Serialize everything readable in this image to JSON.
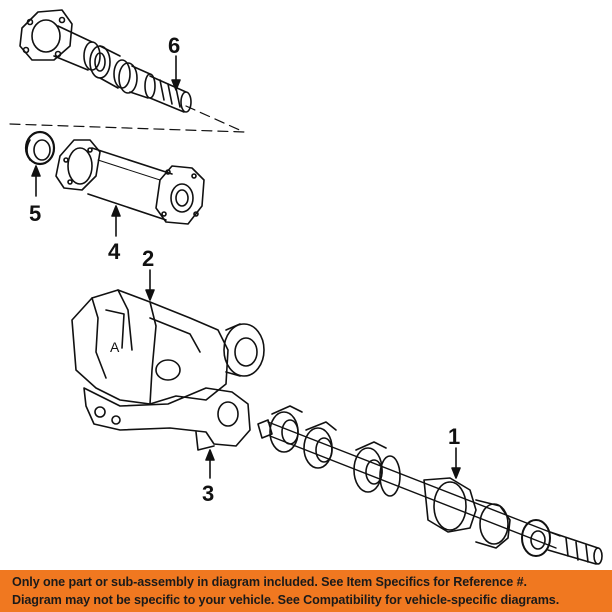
{
  "callouts": {
    "part_1": "1",
    "part_2": "2",
    "part_3": "3",
    "part_4": "4",
    "part_5": "5",
    "part_6": "6"
  },
  "footer": {
    "line1": "Only one part or sub-assembly in diagram included. See Item Specifics for Reference #.",
    "line2": "Diagram may not be specific to your vehicle. See Compatibility for vehicle-specific diagrams."
  },
  "colors": {
    "footer_background": "#f07820",
    "line_art": "#111111"
  }
}
